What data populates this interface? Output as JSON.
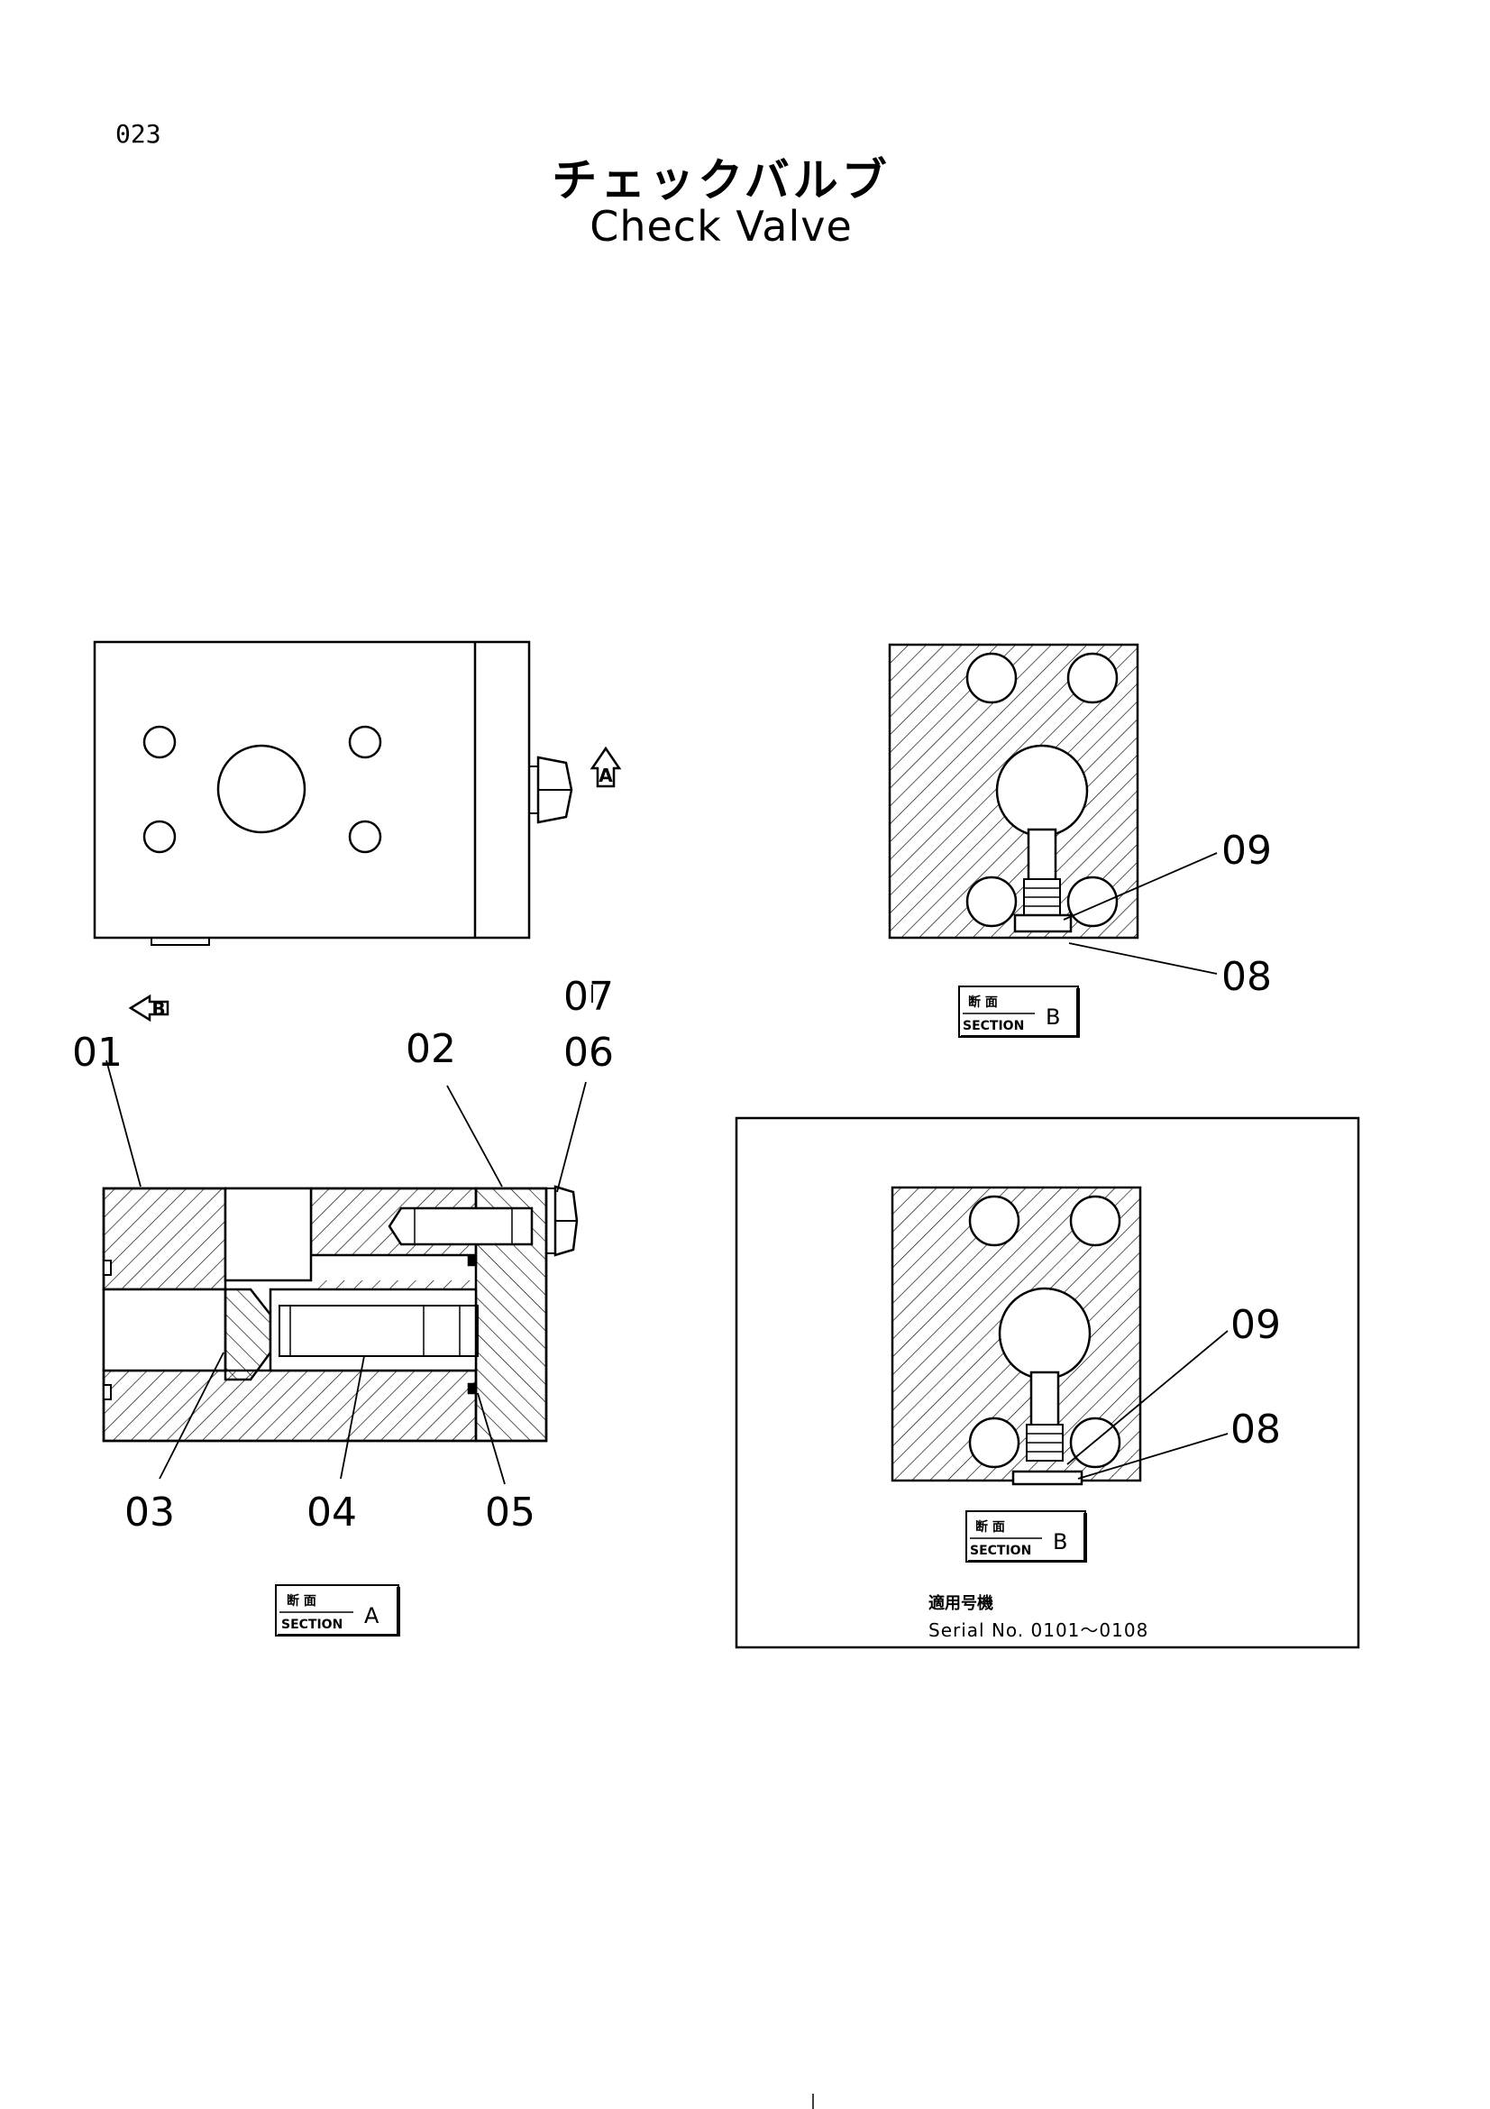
{
  "page_number": "023",
  "title": {
    "japanese": "チェックバルブ",
    "english": "Check Valve"
  },
  "view_markers": {
    "a": "A",
    "b": "B"
  },
  "part_callouts": {
    "p01": "01",
    "p02": "02",
    "p03": "03",
    "p04": "04",
    "p05": "05",
    "p06": "06",
    "p07": "07",
    "p08": "08",
    "p09": "09"
  },
  "section_labels": {
    "jp": "断 面",
    "en": "SECTION",
    "a": "A",
    "b": "B"
  },
  "serial_box": {
    "jp_label": "適用号機",
    "serial": "Serial No. 0101～0108"
  }
}
